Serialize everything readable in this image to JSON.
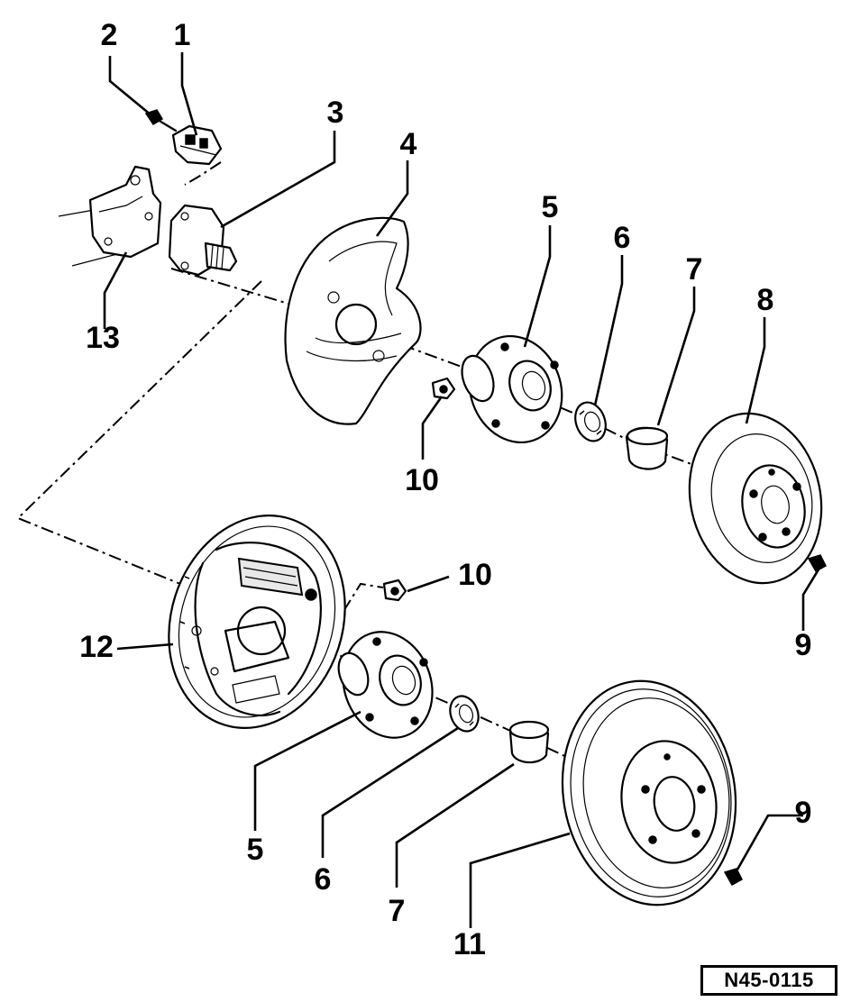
{
  "diagram": {
    "reference_code": "N45-0115",
    "callouts": {
      "c1": "1",
      "c2": "2",
      "c3": "3",
      "c4": "4",
      "c5_upper": "5",
      "c6_upper": "6",
      "c7_upper": "7",
      "c8": "8",
      "c9_upper": "9",
      "c10_upper": "10",
      "c10_lower": "10",
      "c12": "12",
      "c13": "13",
      "c5_lower": "5",
      "c6_lower": "6",
      "c7_lower": "7",
      "c11": "11",
      "c9_lower": "9"
    }
  }
}
